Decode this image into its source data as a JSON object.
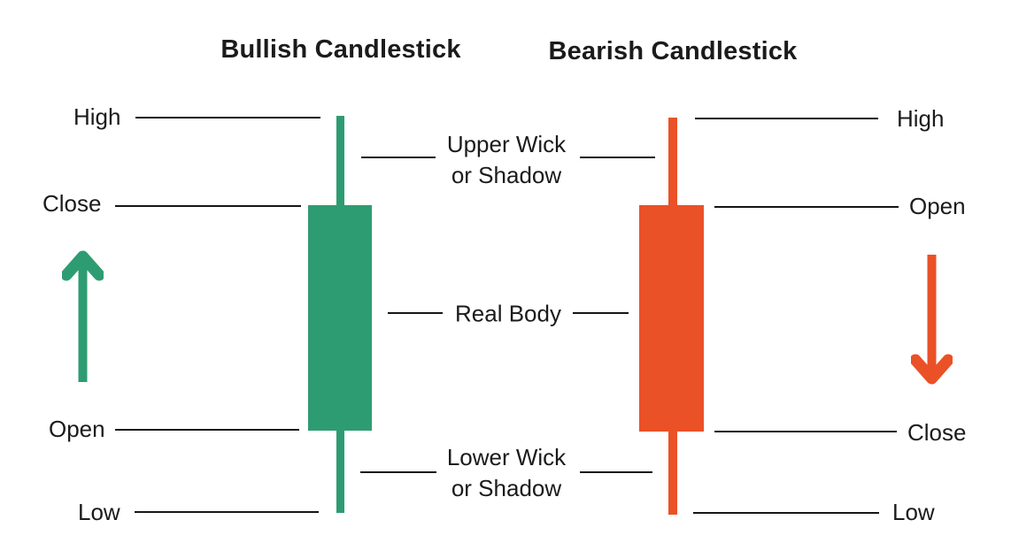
{
  "colors": {
    "bullish_green": "#2E9C72",
    "bearish_orange": "#EA5126",
    "text": "#1B1B1B",
    "line": "#161616",
    "background": "#FFFFFF"
  },
  "bullish": {
    "title": "Bullish Candlestick",
    "high_label": "High",
    "close_label": "Close",
    "open_label": "Open",
    "low_label": "Low"
  },
  "bearish": {
    "title": "Bearish Candlestick",
    "high_label": "High",
    "open_label": "Open",
    "close_label": "Close",
    "low_label": "Low"
  },
  "annotations": {
    "upper_wick_line1": "Upper Wick",
    "upper_wick_line2": "or Shadow",
    "real_body": "Real Body",
    "lower_wick_line1": "Lower Wick",
    "lower_wick_line2": "or Shadow"
  }
}
